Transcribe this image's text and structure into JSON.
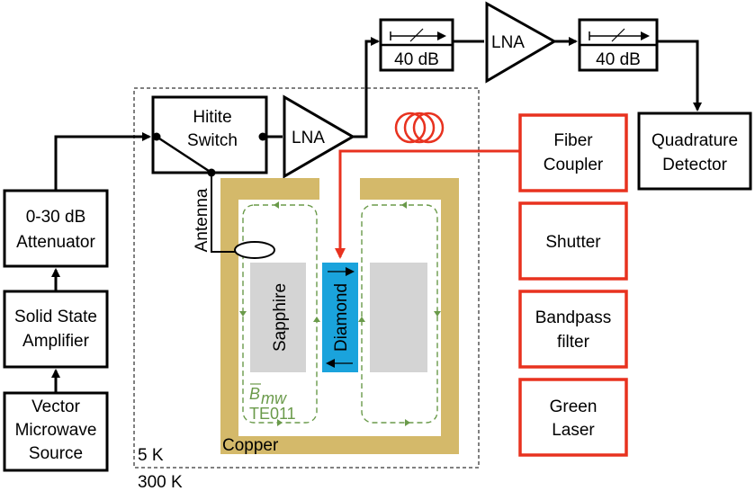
{
  "left_chain": {
    "attenuator": [
      "0-30 dB",
      "Attenuator"
    ],
    "amplifier": [
      "Solid State",
      "Amplifier"
    ],
    "source": [
      "Vector",
      "Microwave",
      "Source"
    ]
  },
  "switch": [
    "Hitite",
    "Switch"
  ],
  "lna1": "LNA",
  "lna2": "LNA",
  "iso1": "40 dB",
  "iso2": "40 dB",
  "quadrature": [
    "Quadrature",
    "Detector"
  ],
  "optics": {
    "fiber_coupler": [
      "Fiber",
      "Coupler"
    ],
    "shutter": "Shutter",
    "bandpass": [
      "Bandpass",
      "filter"
    ],
    "laser": [
      "Green",
      "Laser"
    ]
  },
  "cavity": {
    "antenna": "Antenna",
    "sapphire": "Sapphire",
    "diamond": "Diamond",
    "copper": "Copper",
    "field_symbol": "B",
    "field_subscript": "mw",
    "mode": "TE011"
  },
  "temps": {
    "cold": "5 K",
    "warm": "300 K"
  },
  "colors": {
    "copper": "#d4b96a",
    "sapphire": "#d4d4d4",
    "diamond": "#1aa3dc",
    "laser_path": "#e8321f",
    "field_lines": "#6a9a4a"
  }
}
